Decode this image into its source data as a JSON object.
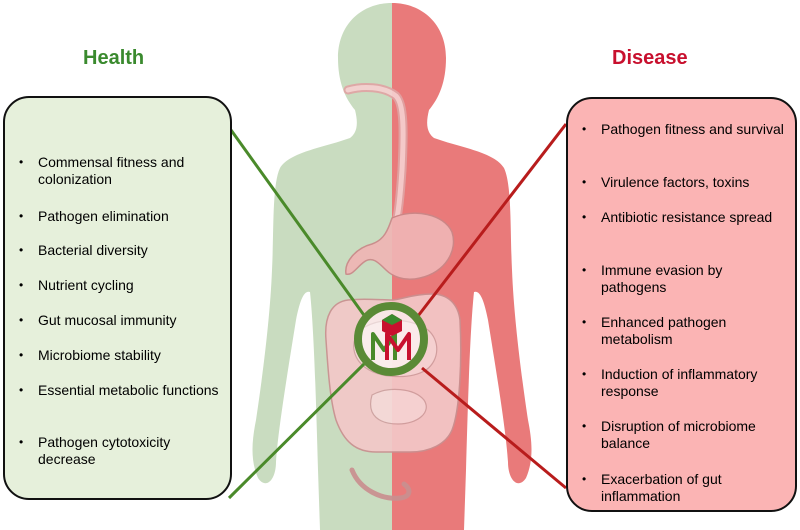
{
  "colors": {
    "health_text": "#3a8a2e",
    "disease_text": "#c8102e",
    "health_fill": "#e6f0db",
    "disease_fill": "#fbb4b4",
    "health_body": "#c9dcc0",
    "disease_body": "#e97a7a",
    "health_line": "#4a8a2a",
    "disease_line": "#b81c1c"
  },
  "health": {
    "title": "Health",
    "items": [
      "Commensal fitness and colonization",
      "Pathogen elimination",
      "Bacterial diversity",
      "Nutrient cycling",
      "Gut mucosal immunity",
      "Microbiome stability",
      "Essential metabolic functions",
      "Pathogen cytotoxicity decrease"
    ]
  },
  "disease": {
    "title": "Disease",
    "items": [
      "Pathogen fitness and survival",
      "Virulence factors, toxins",
      "Antibiotic resistance spread",
      "Immune evasion by pathogens",
      "Enhanced pathogen metabolism",
      "Induction of inflammatory response",
      "Disruption of microbiome balance",
      "Exacerbation of gut inflammation"
    ]
  },
  "bullet": "•",
  "icons": {
    "body": "human-body-silhouette",
    "gut": "digestive-tract",
    "center": "microbe-logo-ring"
  }
}
